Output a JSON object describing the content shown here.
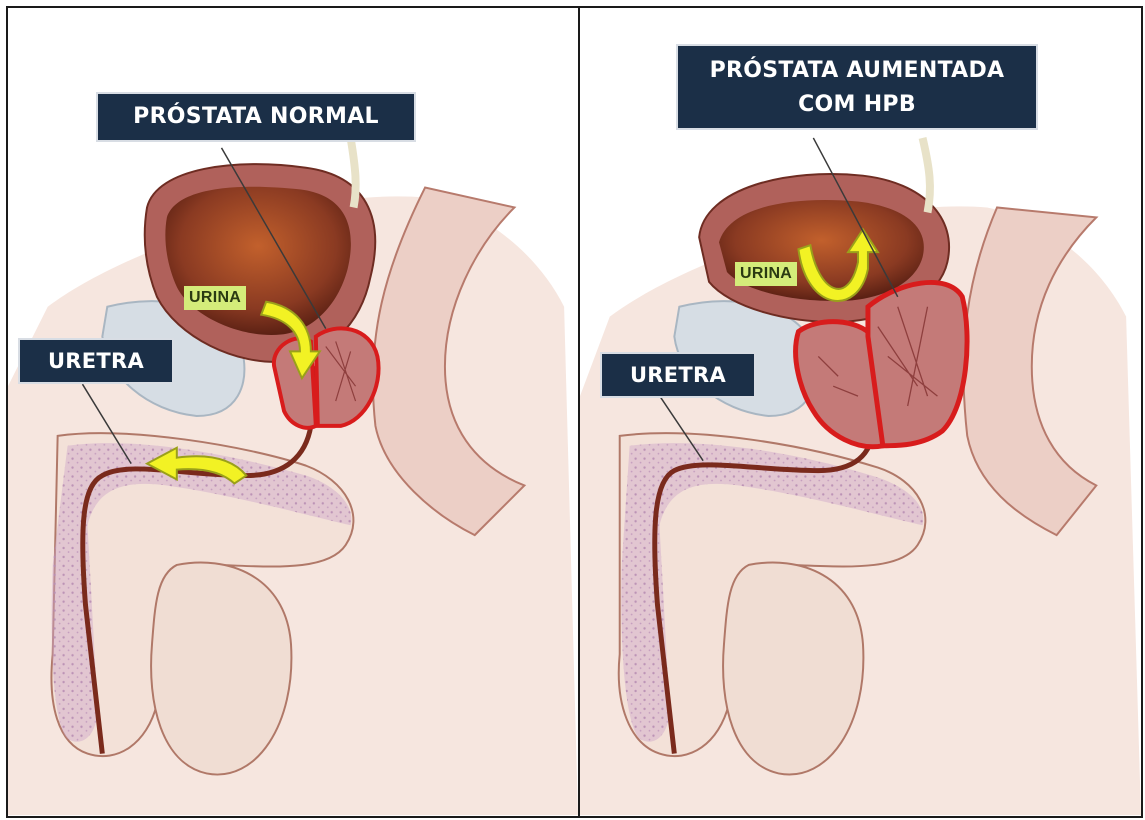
{
  "left_panel": {
    "prostate_label": "PRÓSTATA NORMAL",
    "urethra_label": "URETRA",
    "urine_label": "URINA"
  },
  "right_panel": {
    "prostate_label_line1": "PRÓSTATA AUMENTADA",
    "prostate_label_line2": "COM HPB",
    "urethra_label": "URETRA",
    "urine_label": "URINA"
  },
  "colors": {
    "label_bg": "#1b2f47",
    "urine_label_bg": "#d4ec7a",
    "arrow": "#f2f224",
    "prostate_outline": "#d81c1c",
    "tissue": "#f4dcd2",
    "bladder_wall": "#b0615b",
    "bladder_inside": "#8a3a22",
    "urethra": "#7a2a1c",
    "erectile_tissue": "#cfa6c9"
  }
}
